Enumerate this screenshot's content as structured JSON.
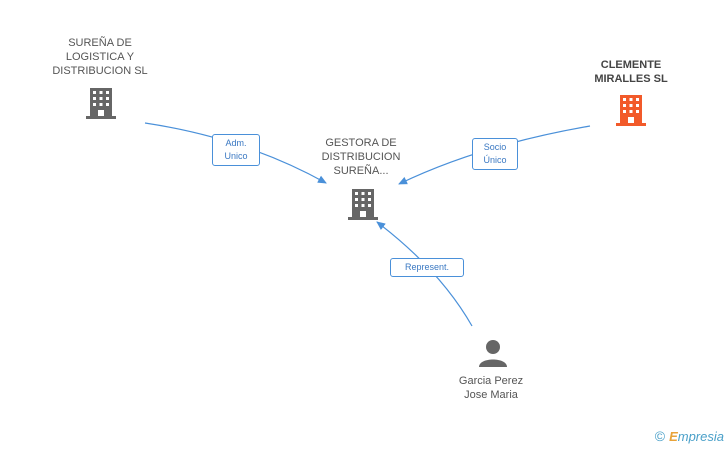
{
  "nodes": {
    "surena_logistica": {
      "label": "SUREÑA DE LOGISTICA Y DISTRIBUCION SL",
      "color": "#666666"
    },
    "clemente_miralles": {
      "label": "CLEMENTE MIRALLES SL",
      "color": "#f25a2a"
    },
    "gestora": {
      "label": "GESTORA DE DISTRIBUCION SUREÑA...",
      "color": "#666666"
    },
    "garcia": {
      "label": "Garcia Perez Jose Maria",
      "color": "#666666"
    }
  },
  "edges": {
    "adm_unico": {
      "label_line1": "Adm.",
      "label_line2": "Unico"
    },
    "socio_unico": {
      "label_line1": "Socio",
      "label_line2": "Único"
    },
    "represent": {
      "label": "Represent."
    }
  },
  "brand": {
    "copyright": "©",
    "name_e": "E",
    "name_rest": "mpresia"
  },
  "colors": {
    "edge": "#4a90d9"
  }
}
